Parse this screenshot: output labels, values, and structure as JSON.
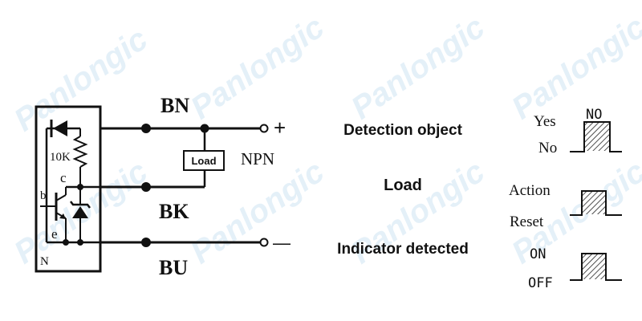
{
  "watermark": {
    "text": "Panlongic",
    "color": "#cfe4f3"
  },
  "circuit": {
    "resistor_label": "10K",
    "collector_label": "c",
    "base_label": "b",
    "emitter_label": "e",
    "type_label": "N",
    "load_label": "Load",
    "positive_symbol": "+",
    "negative_symbol": "—",
    "output_type": "NPN"
  },
  "wires": {
    "brown": "BN",
    "black": "BK",
    "blue": "BU"
  },
  "states": {
    "detection": {
      "title": "Detection object",
      "high_label": "Yes",
      "low_label": "No",
      "level_label": "NO"
    },
    "load": {
      "title": "Load",
      "high_label": "Action",
      "low_label": "Reset"
    },
    "indicator": {
      "title": "Indicator detected",
      "high_label": "ON",
      "low_label": "OFF"
    }
  }
}
